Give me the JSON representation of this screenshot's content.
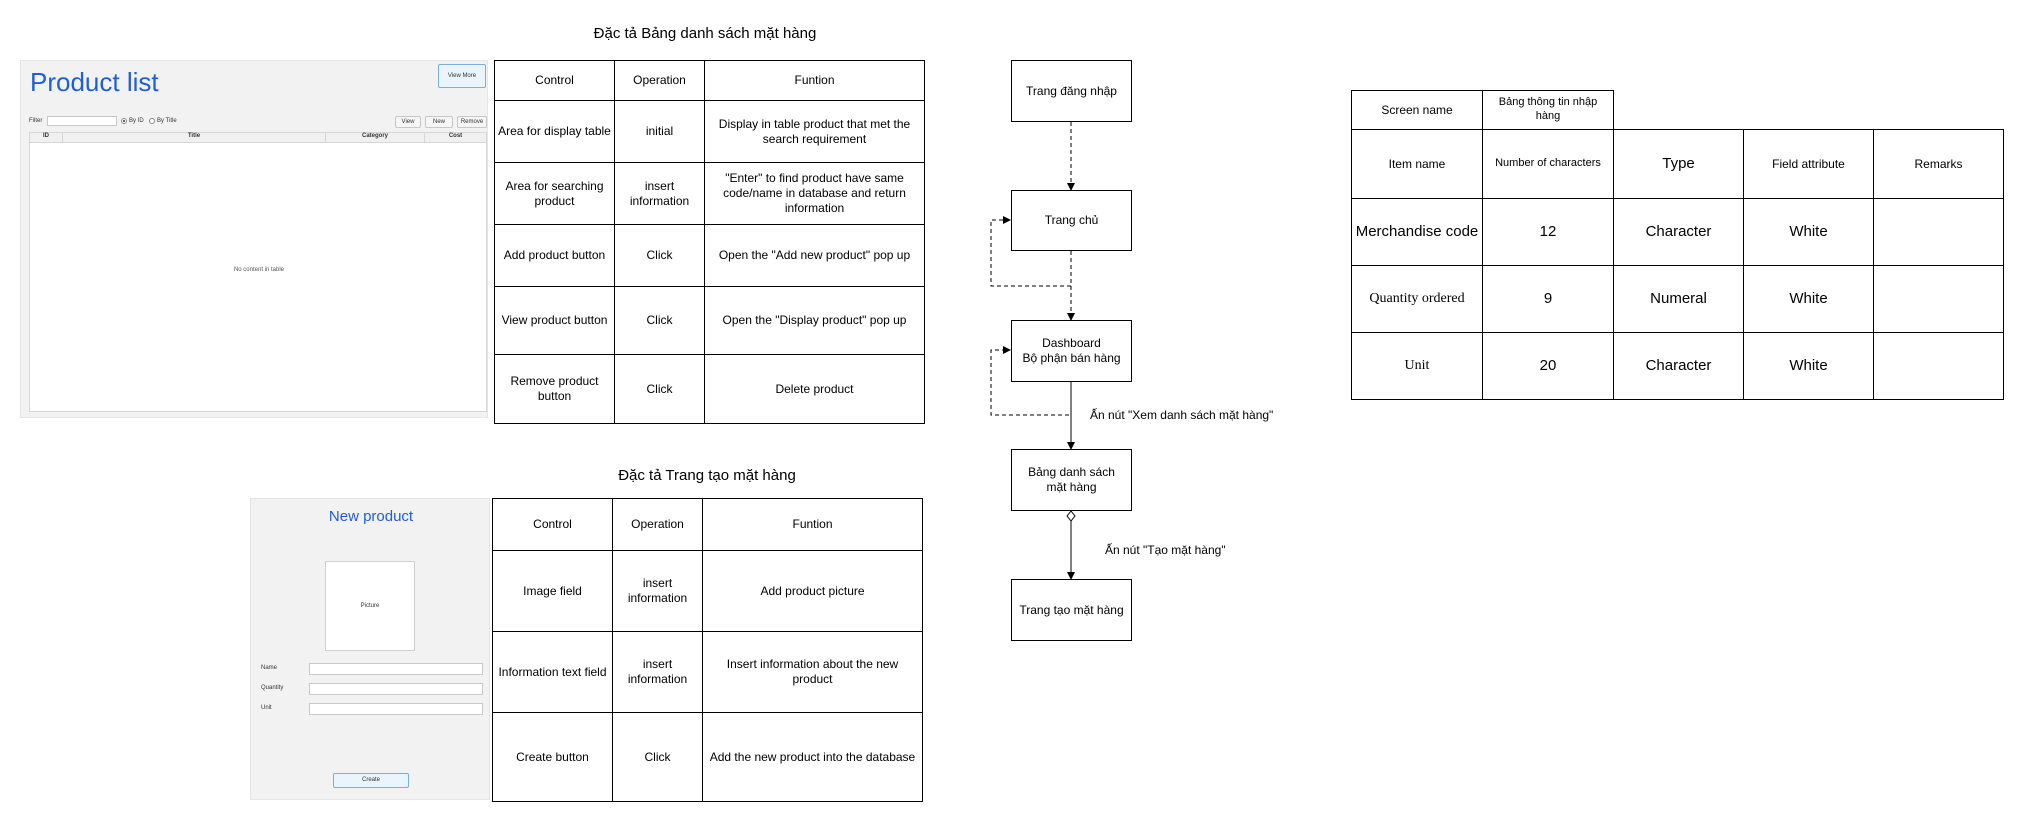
{
  "spec1": {
    "title": "Đặc tả Bảng danh sách mặt hàng",
    "headers": [
      "Control",
      "Operation",
      "Funtion"
    ],
    "rows": [
      [
        "Area for display table",
        "initial",
        "Display in table product that met the search requirement"
      ],
      [
        "Area for searching product",
        "insert information",
        "\"Enter\" to find product have same code/name in database and return information"
      ],
      [
        "Add product button",
        "Click",
        "Open the \"Add new product\" pop up"
      ],
      [
        "View product button",
        "Click",
        "Open the \"Display product\" pop up"
      ],
      [
        "Remove product button",
        "Click",
        "Delete product"
      ]
    ]
  },
  "spec2": {
    "title": "Đặc tả Trang tạo mặt hàng",
    "headers": [
      "Control",
      "Operation",
      "Funtion"
    ],
    "rows": [
      [
        "Image field",
        "insert information",
        "Add product picture"
      ],
      [
        "Information text field",
        "insert information",
        "Insert information about the new product"
      ],
      [
        "Create button",
        "Click",
        "Add the new product into the database"
      ]
    ]
  },
  "product_list_screen": {
    "title": "Product list",
    "view_more": "View More",
    "filter_label": "Filter",
    "radio_by_id": "By ID",
    "radio_by_title": "By Title",
    "btn_view": "View",
    "btn_new": "New",
    "btn_remove": "Remove",
    "columns": [
      "ID",
      "Title",
      "Category",
      "Cost"
    ],
    "empty_text": "No content in table"
  },
  "new_product_screen": {
    "title": "New product",
    "picture_label": "Picture",
    "field_name": "Name",
    "field_quantity": "Quantity",
    "field_unit": "Unit",
    "create_button": "Create"
  },
  "flow": {
    "box_login": "Trang đăng nhập",
    "box_home": "Trang chủ",
    "box_dashboard_1": "Dashboard",
    "box_dashboard_2": "Bộ phận bán hàng",
    "box_list_1": "Bảng danh sách",
    "box_list_2": "mặt hàng",
    "box_create": "Trang tạo mặt hàng",
    "label_view_list": "Ấn nút \"Xem danh sách mặt hàng\"",
    "label_create": "Ấn nút \"Tạo mặt hàng\""
  },
  "info_table": {
    "screen_name_label": "Screen name",
    "screen_name_value": "Bảng thông tin nhập hàng",
    "headers": [
      "Item name",
      "Number of characters",
      "Type",
      "Field attribute",
      "Remarks"
    ],
    "rows": [
      [
        "Merchandise code",
        "12",
        "Character",
        "White",
        ""
      ],
      [
        "Quantity ordered",
        "9",
        "Numeral",
        "White",
        ""
      ],
      [
        "Unit",
        "20",
        "Character",
        "White",
        ""
      ]
    ]
  }
}
